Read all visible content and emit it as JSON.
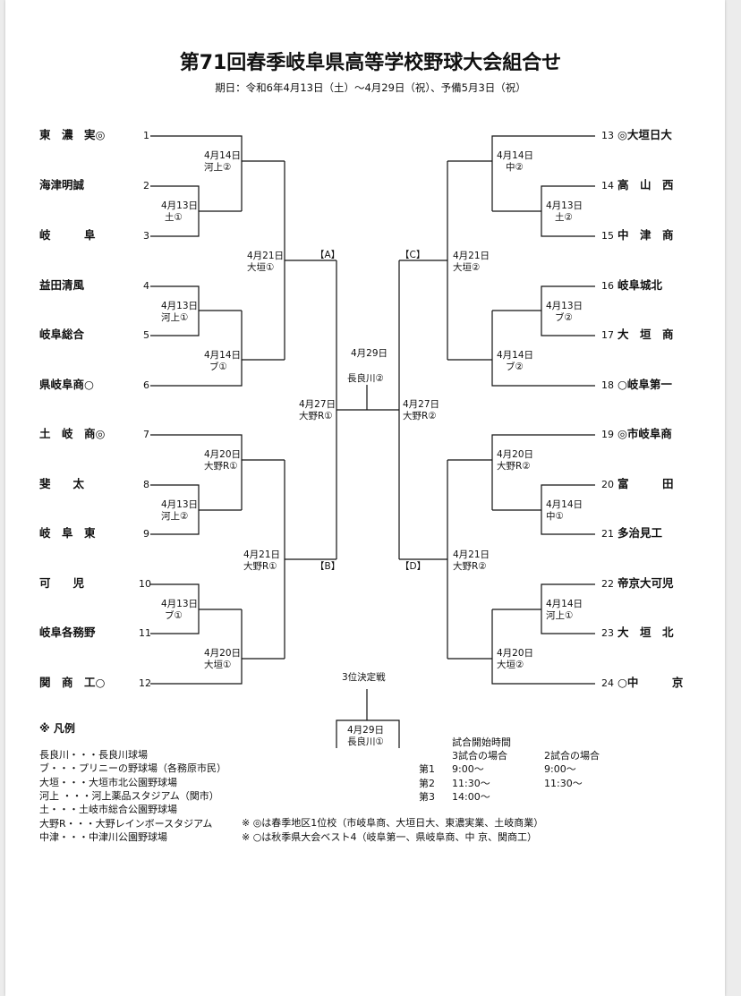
{
  "title": "第71回春季岐阜県高等学校野球大会組合せ",
  "period": "期日：令和6年4月13日（土）〜4月29日（祝）、予備5月3日（祝）",
  "left_teams": [
    {
      "num": "1",
      "name": "東　濃　実◎"
    },
    {
      "num": "2",
      "name": "海津明誠"
    },
    {
      "num": "3",
      "name": "岐　　　阜"
    },
    {
      "num": "4",
      "name": "益田清風"
    },
    {
      "num": "5",
      "name": "岐阜総合"
    },
    {
      "num": "6",
      "name": "県岐阜商○"
    },
    {
      "num": "7",
      "name": "土　岐　商◎"
    },
    {
      "num": "8",
      "name": "斐　　太"
    },
    {
      "num": "9",
      "name": "岐　阜　東"
    },
    {
      "num": "10",
      "name": "可　　児"
    },
    {
      "num": "11",
      "name": "岐阜各務野"
    },
    {
      "num": "12",
      "name": "関　商　工○"
    }
  ],
  "right_teams": [
    {
      "num": "13",
      "name": "◎大垣日大"
    },
    {
      "num": "14",
      "name": "高　山　西"
    },
    {
      "num": "15",
      "name": "中　津　商"
    },
    {
      "num": "16",
      "name": "岐阜城北"
    },
    {
      "num": "17",
      "name": "大　垣　商"
    },
    {
      "num": "18",
      "name": "○岐阜第一"
    },
    {
      "num": "19",
      "name": "◎市岐阜商"
    },
    {
      "num": "20",
      "name": "富　　　田"
    },
    {
      "num": "21",
      "name": "多治見工"
    },
    {
      "num": "22",
      "name": "帝京大可児"
    },
    {
      "num": "23",
      "name": "大　垣　北"
    },
    {
      "num": "24",
      "name": "○中　　　京"
    }
  ],
  "games": {
    "g2_3": [
      "4月13日",
      "土①"
    ],
    "g1_23": [
      "4月14日",
      "河上②"
    ],
    "g4_5": [
      "4月13日",
      "河上①"
    ],
    "g45_6": [
      "4月14日",
      "ブ①"
    ],
    "gA": [
      "4月21日",
      "大垣①"
    ],
    "g8_9": [
      "4月13日",
      "河上②"
    ],
    "g7_89": [
      "4月20日",
      "大野R①"
    ],
    "g10_11": [
      "4月13日",
      "ブ①"
    ],
    "g1011_12": [
      "4月20日",
      "大垣①"
    ],
    "gB": [
      "4月21日",
      "大野R①"
    ],
    "gAB": [
      "4月27日",
      "大野R①"
    ],
    "g14_15": [
      "4月13日",
      "土②"
    ],
    "g13_1415": [
      "4月14日",
      "中②"
    ],
    "g16_17": [
      "4月13日",
      "ブ②"
    ],
    "g1617_18": [
      "4月14日",
      "ブ②"
    ],
    "gC": [
      "4月21日",
      "大垣②"
    ],
    "g20_21": [
      "4月14日",
      "中①"
    ],
    "g19_2021": [
      "4月20日",
      "大野R②"
    ],
    "g22_23": [
      "4月14日",
      "河上①"
    ],
    "g2223_24": [
      "4月20日",
      "大垣②"
    ],
    "gD": [
      "4月21日",
      "大野R②"
    ],
    "gCD": [
      "4月27日",
      "大野R②"
    ],
    "final_date": "4月29日",
    "final_venue": "長良川②",
    "third_title": "3位決定戦",
    "third": [
      "4月29日",
      "長良川①"
    ]
  },
  "blocks": {
    "A": "【A】",
    "B": "【B】",
    "C": "【C】",
    "D": "【D】"
  },
  "legend": {
    "heading": "※ 凡例",
    "venues": [
      "長良川・・・長良川球場",
      "ブ・・・プリニーの野球場（各務原市民）",
      "大垣・・・大垣市北公園野球場",
      "河上 ・・・河上薬品スタジアム（関市）",
      "土・・・土岐市総合公園野球場",
      "大野R・・・大野レインボースタジアム",
      "中津・・・中津川公園野球場"
    ],
    "notes": [
      "※ ◎は春季地区1位校（市岐阜商、大垣日大、東濃実業、土岐商業）",
      "※ ○は秋季県大会ベスト4（岐阜第一、県岐阜商、中 京、関商工）"
    ]
  },
  "times": {
    "heading": "試合開始時間",
    "col3": "3試合の場合",
    "col2": "2試合の場合",
    "rows": [
      {
        "label": "第1",
        "t3": "9:00〜",
        "t2": "9:00〜"
      },
      {
        "label": "第2",
        "t3": "11:30〜",
        "t2": "11:30〜"
      },
      {
        "label": "第3",
        "t3": "14:00〜",
        "t2": ""
      }
    ]
  }
}
